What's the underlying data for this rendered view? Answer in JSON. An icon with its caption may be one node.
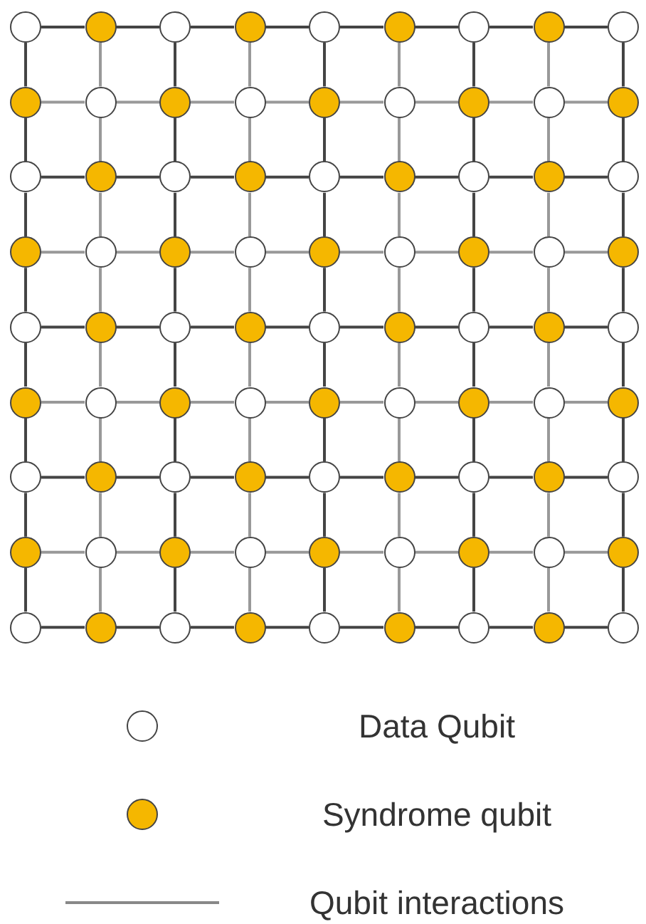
{
  "diagram": {
    "nodes": [
      {
        "text": [],
        "shape": "circle"
      },
      {
        "text": [],
        "shape": "circle"
      },
      {
        "text": [],
        "shape": "circle"
      },
      {
        "text": [],
        "shape": "circle"
      },
      {
        "text": [],
        "shape": "circle"
      },
      {
        "text": [],
        "shape": "circle"
      },
      {
        "text": [],
        "shape": "circle"
      },
      {
        "text": [],
        "shape": "circle"
      },
      {
        "text": [],
        "shape": "circle"
      },
      {
        "text": [],
        "shape": "circle"
      },
      {
        "text": [],
        "shape": "circle"
      },
      {
        "text": [],
        "shape": "circle"
      },
      {
        "text": [],
        "shape": "circle"
      },
      {
        "text": [],
        "shape": "circle"
      },
      {
        "text": [],
        "shape": "circle"
      },
      {
        "text": [],
        "shape": "circle"
      },
      {
        "text": [],
        "shape": "circle"
      },
      {
        "text": [],
        "shape": "circle"
      },
      {
        "text": [],
        "shape": "circle"
      },
      {
        "text": [],
        "shape": "circle"
      },
      {
        "text": [],
        "shape": "circle"
      },
      {
        "text": [],
        "shape": "circle"
      },
      {
        "text": [],
        "shape": "circle"
      },
      {
        "text": [],
        "shape": "circle"
      },
      {
        "text": [],
        "shape": "circle"
      },
      {
        "text": [],
        "shape": "circle"
      },
      {
        "text": [],
        "shape": "circle"
      },
      {
        "text": [],
        "shape": "circle"
      },
      {
        "text": [],
        "shape": "circle"
      },
      {
        "text": [],
        "shape": "circle"
      },
      {
        "text": [],
        "shape": "circle"
      },
      {
        "text": [],
        "shape": "circle"
      },
      {
        "text": [],
        "shape": "circle"
      },
      {
        "text": [],
        "shape": "circle"
      },
      {
        "text": [],
        "shape": "circle"
      },
      {
        "text": [],
        "shape": "circle"
      },
      {
        "text": [],
        "shape": "circle"
      },
      {
        "text": [],
        "shape": "circle"
      },
      {
        "text": [],
        "shape": "circle"
      },
      {
        "text": [],
        "shape": "circle"
      },
      {
        "text": [],
        "shape": "circle"
      },
      {
        "text": [],
        "shape": "circle"
      },
      {
        "text": [],
        "shape": "circle"
      },
      {
        "text": [],
        "shape": "circle"
      },
      {
        "text": [],
        "shape": "circle"
      },
      {
        "text": [],
        "shape": "circle"
      },
      {
        "text": [],
        "shape": "circle"
      },
      {
        "text": [],
        "shape": "circle"
      },
      {
        "text": [],
        "shape": "circle"
      },
      {
        "text": [],
        "shape": "circle"
      },
      {
        "text": [],
        "shape": "circle"
      },
      {
        "text": [],
        "shape": "circle"
      },
      {
        "text": [],
        "shape": "circle"
      },
      {
        "text": [],
        "shape": "circle"
      },
      {
        "text": [],
        "shape": "circle"
      },
      {
        "text": [],
        "shape": "circle"
      },
      {
        "text": [],
        "shape": "circle"
      },
      {
        "text": [],
        "shape": "circle"
      },
      {
        "text": [],
        "shape": "circle"
      },
      {
        "text": [],
        "shape": "circle"
      },
      {
        "text": [],
        "shape": "circle"
      },
      {
        "text": [],
        "shape": "circle"
      },
      {
        "text": [],
        "shape": "circle"
      },
      {
        "text": [],
        "shape": "circle"
      },
      {
        "text": [],
        "shape": "circle"
      },
      {
        "text": [],
        "shape": "circle"
      },
      {
        "text": [],
        "shape": "circle"
      },
      {
        "text": [],
        "shape": "circle"
      },
      {
        "text": [],
        "shape": "circle"
      },
      {
        "text": [],
        "shape": "circle"
      },
      {
        "text": [],
        "shape": "circle"
      },
      {
        "text": [],
        "shape": "circle"
      },
      {
        "text": [],
        "shape": "circle"
      },
      {
        "text": [],
        "shape": "circle"
      },
      {
        "text": [],
        "shape": "circle"
      },
      {
        "text": [],
        "shape": "circle"
      },
      {
        "text": [],
        "shape": "circle"
      },
      {
        "text": [],
        "shape": "circle"
      },
      {
        "text": [],
        "shape": "circle"
      },
      {
        "text": [],
        "shape": "circle"
      },
      {
        "text": [],
        "shape": "circle"
      }
    ],
    "edges": [
      {
        "from": 0,
        "to": 1,
        "arrow": "none"
      },
      {
        "from": 1,
        "to": 2,
        "arrow": "none"
      },
      {
        "from": 2,
        "to": 3,
        "arrow": "none"
      },
      {
        "from": 3,
        "to": 4,
        "arrow": "none"
      },
      {
        "from": 4,
        "to": 5,
        "arrow": "none"
      },
      {
        "from": 5,
        "to": 6,
        "arrow": "none"
      },
      {
        "from": 6,
        "to": 7,
        "arrow": "none"
      },
      {
        "from": 7,
        "to": 8,
        "arrow": "none"
      },
      {
        "from": 9,
        "to": 10,
        "arrow": "none",
        "color": "#999999"
      },
      {
        "from": 10,
        "to": 11,
        "arrow": "none",
        "color": "#999999"
      },
      {
        "from": 11,
        "to": 12,
        "arrow": "none",
        "color": "#999999"
      },
      {
        "from": 12,
        "to": 13,
        "arrow": "none",
        "color": "#999999"
      },
      {
        "from": 13,
        "to": 14,
        "arrow": "none",
        "color": "#999999"
      },
      {
        "from": 14,
        "to": 15,
        "arrow": "none",
        "color": "#999999"
      },
      {
        "from": 15,
        "to": 16,
        "arrow": "none",
        "color": "#999999"
      },
      {
        "from": 16,
        "to": 17,
        "arrow": "none",
        "color": "#999999"
      },
      {
        "from": 18,
        "to": 19,
        "arrow": "none"
      },
      {
        "from": 19,
        "to": 20,
        "arrow": "none"
      },
      {
        "from": 20,
        "to": 21,
        "arrow": "none"
      },
      {
        "from": 21,
        "to": 22,
        "arrow": "none"
      },
      {
        "from": 22,
        "to": 23,
        "arrow": "none"
      },
      {
        "from": 23,
        "to": 24,
        "arrow": "none"
      },
      {
        "from": 24,
        "to": 25,
        "arrow": "none"
      },
      {
        "from": 25,
        "to": 26,
        "arrow": "none"
      },
      {
        "from": 27,
        "to": 28,
        "arrow": "none",
        "color": "#999999"
      },
      {
        "from": 28,
        "to": 29,
        "arrow": "none",
        "color": "#999999"
      },
      {
        "from": 29,
        "to": 30,
        "arrow": "none",
        "color": "#999999"
      },
      {
        "from": 30,
        "to": 31,
        "arrow": "none",
        "color": "#999999"
      },
      {
        "from": 31,
        "to": 32,
        "arrow": "none",
        "color": "#999999"
      },
      {
        "from": 32,
        "to": 33,
        "arrow": "none",
        "color": "#999999"
      },
      {
        "from": 33,
        "to": 34,
        "arrow": "none",
        "color": "#999999"
      },
      {
        "from": 34,
        "to": 35,
        "arrow": "none",
        "color": "#999999"
      },
      {
        "from": 36,
        "to": 37,
        "arrow": "none"
      },
      {
        "from": 37,
        "to": 38,
        "arrow": "none"
      },
      {
        "from": 38,
        "to": 39,
        "arrow": "none"
      },
      {
        "from": 39,
        "to": 40,
        "arrow": "none"
      },
      {
        "from": 40,
        "to": 41,
        "arrow": "none"
      },
      {
        "from": 41,
        "to": 42,
        "arrow": "none"
      },
      {
        "from": 42,
        "to": 43,
        "arrow": "none"
      },
      {
        "from": 43,
        "to": 44,
        "arrow": "none"
      },
      {
        "from": 45,
        "to": 46,
        "arrow": "none",
        "color": "#999999"
      },
      {
        "from": 46,
        "to": 47,
        "arrow": "none",
        "color": "#999999"
      },
      {
        "from": 47,
        "to": 48,
        "arrow": "none",
        "color": "#999999"
      },
      {
        "from": 48,
        "to": 49,
        "arrow": "none",
        "color": "#999999"
      },
      {
        "from": 49,
        "to": 50,
        "arrow": "none",
        "color": "#999999"
      },
      {
        "from": 50,
        "to": 51,
        "arrow": "none",
        "color": "#999999"
      },
      {
        "from": 51,
        "to": 52,
        "arrow": "none",
        "color": "#999999"
      },
      {
        "from": 52,
        "to": 53,
        "arrow": "none",
        "color": "#999999"
      },
      {
        "from": 54,
        "to": 55,
        "arrow": "none"
      },
      {
        "from": 55,
        "to": 56,
        "arrow": "none"
      },
      {
        "from": 56,
        "to": 57,
        "arrow": "none"
      },
      {
        "from": 57,
        "to": 58,
        "arrow": "none"
      },
      {
        "from": 58,
        "to": 59,
        "arrow": "none"
      },
      {
        "from": 59,
        "to": 60,
        "arrow": "none"
      },
      {
        "from": 60,
        "to": 61,
        "arrow": "none"
      },
      {
        "from": 61,
        "to": 62,
        "arrow": "none"
      },
      {
        "from": 63,
        "to": 64,
        "arrow": "none",
        "color": "#999999"
      },
      {
        "from": 64,
        "to": 65,
        "arrow": "none",
        "color": "#999999"
      },
      {
        "from": 65,
        "to": 66,
        "arrow": "none",
        "color": "#999999"
      },
      {
        "from": 66,
        "to": 67,
        "arrow": "none",
        "color": "#999999"
      },
      {
        "from": 67,
        "to": 68,
        "arrow": "none",
        "color": "#999999"
      },
      {
        "from": 68,
        "to": 69,
        "arrow": "none",
        "color": "#999999"
      },
      {
        "from": 69,
        "to": 70,
        "arrow": "none",
        "color": "#999999"
      },
      {
        "from": 70,
        "to": 71,
        "arrow": "none",
        "color": "#999999"
      },
      {
        "from": 72,
        "to": 73,
        "arrow": "none"
      },
      {
        "from": 73,
        "to": 74,
        "arrow": "none"
      },
      {
        "from": 74,
        "to": 75,
        "arrow": "none"
      },
      {
        "from": 75,
        "to": 76,
        "arrow": "none"
      },
      {
        "from": 76,
        "to": 77,
        "arrow": "none"
      },
      {
        "from": 77,
        "to": 78,
        "arrow": "none"
      },
      {
        "from": 78,
        "to": 79,
        "arrow": "none"
      },
      {
        "from": 79,
        "to": 80,
        "arrow": "none"
      },
      {
        "from": 0,
        "to": 9,
        "arrow": "none"
      },
      {
        "from": 1,
        "to": 10,
        "arrow": "none",
        "color": "#999999"
      },
      {
        "from": 2,
        "to": 11,
        "arrow": "none"
      },
      {
        "from": 3,
        "to": 12,
        "arrow": "none",
        "color": "#999999"
      },
      {
        "from": 4,
        "to": 13,
        "arrow": "none"
      },
      {
        "from": 5,
        "to": 14,
        "arrow": "none",
        "color": "#999999"
      },
      {
        "from": 6,
        "to": 15,
        "arrow": "none"
      },
      {
        "from": 7,
        "to": 16,
        "arrow": "none",
        "color": "#999999"
      },
      {
        "from": 8,
        "to": 17,
        "arrow": "none"
      },
      {
        "from": 9,
        "to": 18,
        "arrow": "none"
      },
      {
        "from": 10,
        "to": 19,
        "arrow": "none",
        "color": "#999999"
      },
      {
        "from": 11,
        "to": 20,
        "arrow": "none"
      },
      {
        "from": 12,
        "to": 21,
        "arrow": "none",
        "color": "#999999"
      },
      {
        "from": 13,
        "to": 22,
        "arrow": "none"
      },
      {
        "from": 14,
        "to": 23,
        "arrow": "none",
        "color": "#999999"
      },
      {
        "from": 15,
        "to": 24,
        "arrow": "none"
      },
      {
        "from": 16,
        "to": 25,
        "arrow": "none",
        "color": "#999999"
      },
      {
        "from": 17,
        "to": 26,
        "arrow": "none"
      },
      {
        "from": 18,
        "to": 27,
        "arrow": "none"
      },
      {
        "from": 19,
        "to": 28,
        "arrow": "none",
        "color": "#999999"
      },
      {
        "from": 20,
        "to": 29,
        "arrow": "none"
      },
      {
        "from": 21,
        "to": 30,
        "arrow": "none",
        "color": "#999999"
      },
      {
        "from": 22,
        "to": 31,
        "arrow": "none"
      },
      {
        "from": 23,
        "to": 32,
        "arrow": "none",
        "color": "#999999"
      },
      {
        "from": 24,
        "to": 33,
        "arrow": "none"
      },
      {
        "from": 25,
        "to": 34,
        "arrow": "none",
        "color": "#999999"
      },
      {
        "from": 26,
        "to": 35,
        "arrow": "none"
      },
      {
        "from": 27,
        "to": 36,
        "arrow": "none"
      },
      {
        "from": 28,
        "to": 37,
        "arrow": "none",
        "color": "#999999"
      },
      {
        "from": 29,
        "to": 38,
        "arrow": "none"
      },
      {
        "from": 30,
        "to": 39,
        "arrow": "none",
        "color": "#999999"
      },
      {
        "from": 31,
        "to": 40,
        "arrow": "none"
      },
      {
        "from": 32,
        "to": 41,
        "arrow": "none",
        "color": "#999999"
      },
      {
        "from": 33,
        "to": 42,
        "arrow": "none"
      },
      {
        "from": 34,
        "to": 43,
        "arrow": "none",
        "color": "#999999"
      },
      {
        "from": 35,
        "to": 44,
        "arrow": "none"
      },
      {
        "from": 36,
        "to": 45,
        "arrow": "none"
      },
      {
        "from": 37,
        "to": 46,
        "arrow": "none",
        "color": "#999999"
      },
      {
        "from": 38,
        "to": 47,
        "arrow": "none"
      },
      {
        "from": 39,
        "to": 48,
        "arrow": "none",
        "color": "#999999"
      },
      {
        "from": 40,
        "to": 49,
        "arrow": "none"
      },
      {
        "from": 41,
        "to": 50,
        "arrow": "none",
        "color": "#999999"
      },
      {
        "from": 42,
        "to": 51,
        "arrow": "none"
      },
      {
        "from": 43,
        "to": 52,
        "arrow": "none",
        "color": "#999999"
      },
      {
        "from": 44,
        "to": 53,
        "arrow": "none"
      },
      {
        "from": 45,
        "to": 54,
        "arrow": "none"
      },
      {
        "from": 46,
        "to": 55,
        "arrow": "none",
        "color": "#999999"
      },
      {
        "from": 47,
        "to": 56,
        "arrow": "none"
      },
      {
        "from": 48,
        "to": 57,
        "arrow": "none",
        "color": "#999999"
      },
      {
        "from": 49,
        "to": 58,
        "arrow": "none"
      },
      {
        "from": 50,
        "to": 59,
        "arrow": "none",
        "color": "#999999"
      },
      {
        "from": 51,
        "to": 60,
        "arrow": "none"
      },
      {
        "from": 52,
        "to": 61,
        "arrow": "none",
        "color": "#999999"
      },
      {
        "from": 53,
        "to": 62,
        "arrow": "none"
      },
      {
        "from": 54,
        "to": 63,
        "arrow": "none"
      },
      {
        "from": 55,
        "to": 64,
        "arrow": "none",
        "color": "#999999"
      },
      {
        "from": 56,
        "to": 65,
        "arrow": "none"
      },
      {
        "from": 57,
        "to": 66,
        "arrow": "none",
        "color": "#999999"
      },
      {
        "from": 58,
        "to": 67,
        "arrow": "none"
      },
      {
        "from": 59,
        "to": 68,
        "arrow": "none",
        "color": "#999999"
      },
      {
        "from": 60,
        "to": 69,
        "arrow": "none"
      },
      {
        "from": 61,
        "to": 70,
        "arrow": "none",
        "color": "#999999"
      },
      {
        "from": 62,
        "to": 71,
        "arrow": "none"
      },
      {
        "from": 63,
        "to": 72,
        "arrow": "none"
      },
      {
        "from": 64,
        "to": 73,
        "arrow": "none",
        "color": "#999999"
      },
      {
        "from": 65,
        "to": 74,
        "arrow": "none"
      },
      {
        "from": 66,
        "to": 75,
        "arrow": "none",
        "color": "#999999"
      },
      {
        "from": 67,
        "to": 76,
        "arrow": "none"
      },
      {
        "from": 68,
        "to": 77,
        "arrow": "none",
        "color": "#999999"
      },
      {
        "from": 69,
        "to": 78,
        "arrow": "none"
      },
      {
        "from": 70,
        "to": 79,
        "arrow": "none",
        "color": "#999999"
      },
      {
        "from": 71,
        "to": 80,
        "arrow": "none"
      }
    ],
    "legend": [
      {
        "text": "Data Qubit",
        "color": "#ffffff"
      },
      {
        "text": "Syndrome qubit",
        "color": "#f5b700"
      },
      {
        "text": "Qubit interactions"
      }
    ]
  }
}
